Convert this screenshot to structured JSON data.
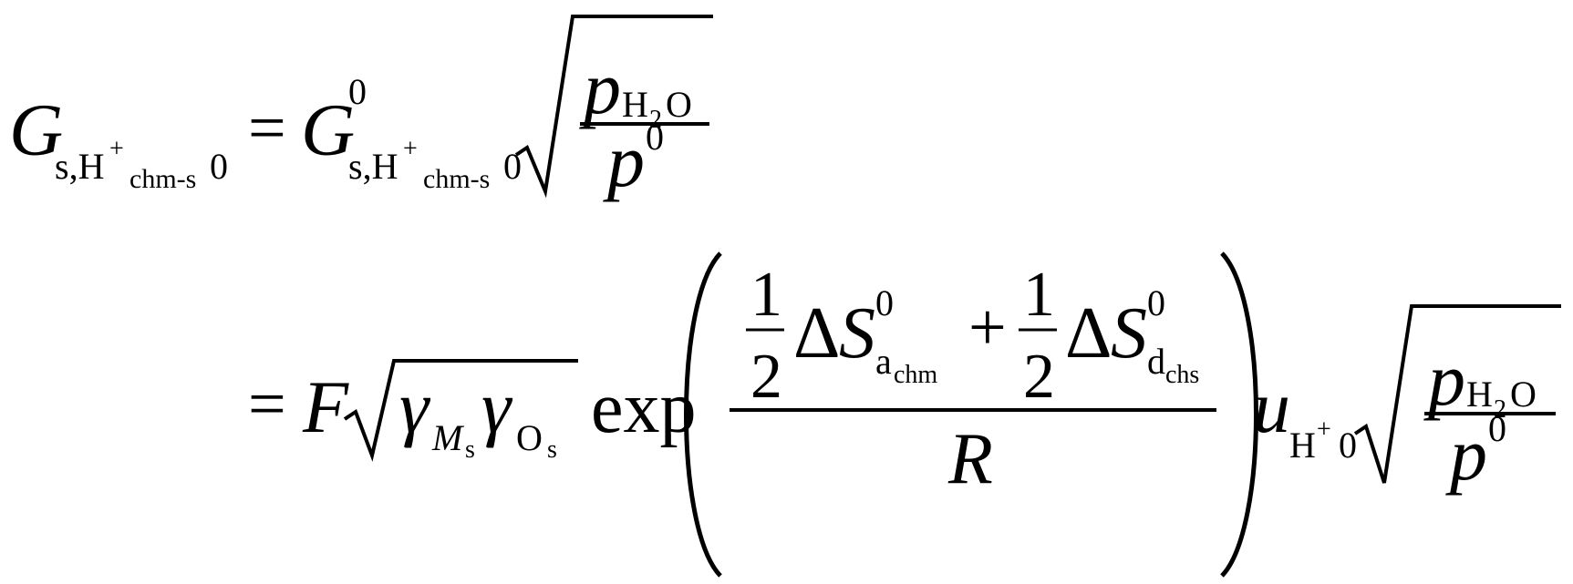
{
  "equation": {
    "line1": {
      "lhs_symbol": "G",
      "lhs_sub_s": "s,H",
      "lhs_sup_plus": "+",
      "lhs_sub_chm": "chm-s",
      "lhs_sub_zero": "0",
      "equals": "=",
      "rhs_symbol": "G",
      "rhs_sup": "0",
      "rhs_sub_s": "s,H",
      "rhs_sup_plus": "+",
      "rhs_sub_chm": "chm-s",
      "rhs_sub_zero": "0",
      "frac_num": "p",
      "frac_num_sub_h": "H",
      "frac_num_sub_2": "2",
      "frac_num_sub_o": "O",
      "frac_den": "p",
      "frac_den_sup": "0"
    },
    "line2": {
      "equals": "=",
      "F": "F",
      "gamma1": "γ",
      "gamma1_sub": "M",
      "gamma1_subsub": "s",
      "gamma2": "γ",
      "gamma2_sub": "O",
      "gamma2_subsub": "s",
      "exp": "exp",
      "half1_num": "1",
      "half1_den": "2",
      "delta1": "Δ",
      "S1": "S",
      "S1_sup": "0",
      "S1_sub": "a",
      "S1_subsub": "chm",
      "plus": "+",
      "half2_num": "1",
      "half2_den": "2",
      "delta2": "Δ",
      "S2": "S",
      "S2_sup": "0",
      "S2_sub": "d",
      "S2_subsub": "chs",
      "R": "R",
      "u": "u",
      "u_sub": "H",
      "u_sup_plus": "+",
      "u_sub_zero": "0",
      "frac_num": "p",
      "frac_num_sub_h": "H",
      "frac_num_sub_2": "2",
      "frac_num_sub_o": "O",
      "frac_den": "p",
      "frac_den_sup": "0"
    }
  }
}
